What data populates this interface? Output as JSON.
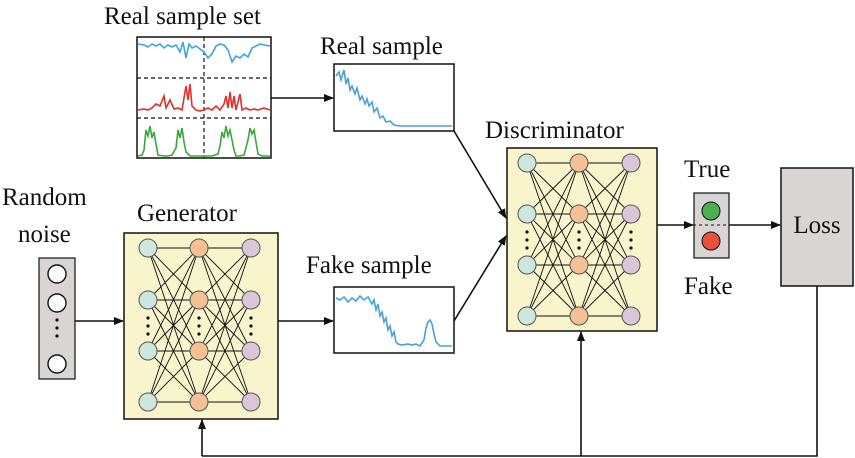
{
  "labels": {
    "real_sample_set": "Real sample set",
    "real_sample": "Real sample",
    "fake_sample": "Fake sample",
    "random_noise_line1": "Random",
    "random_noise_line2": "noise",
    "generator": "Generator",
    "discriminator": "Discriminator",
    "true": "True",
    "fake": "Fake",
    "loss": "Loss"
  },
  "colors": {
    "network_fill": "#f8f5cc",
    "input_node": "#cfe6df",
    "hidden_node": "#f5c093",
    "output_node": "#d9c6d9",
    "signal_box": "#d9d5d5",
    "true_light": "#4caf50",
    "fake_light": "#e8513d",
    "real_series_1": "#3fa3e0",
    "real_series_2": "#e0302a",
    "real_series_3": "#3aa83a",
    "sample_line": "#4aa0d8"
  },
  "icons": [
    "noise-vector-icon",
    "traffic-light-icon"
  ]
}
